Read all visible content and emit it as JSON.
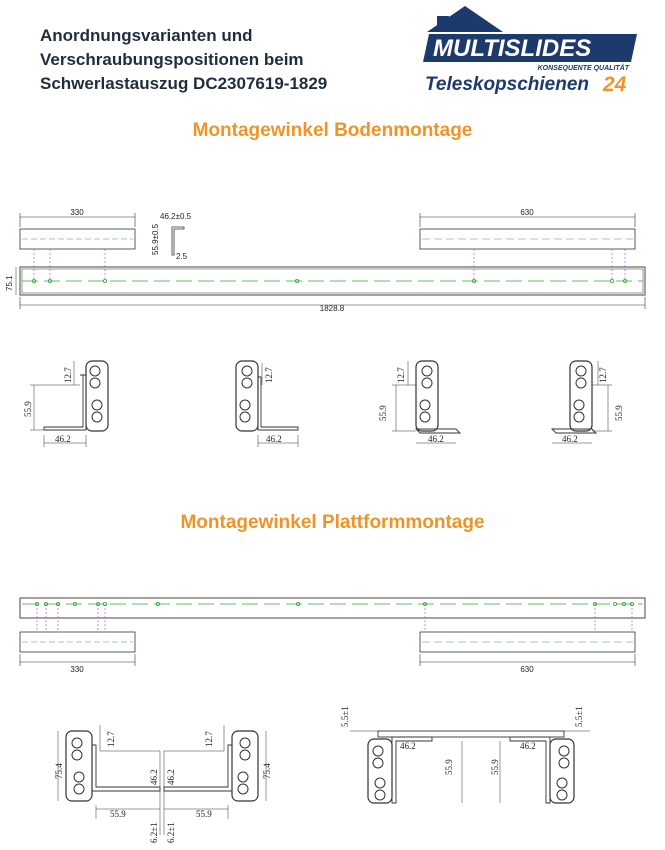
{
  "header": {
    "title_lines": [
      "Anordnungsvarianten und",
      "Verschraubungspositionen beim",
      "Schwerlastauszug DC2307619-1829"
    ],
    "logo": {
      "brand": "MULTISLIDES",
      "tagline": "KONSEQUENTE QUALITÄT",
      "subtitle": "Teleskopschienen",
      "number": "24",
      "brand_color": "#1c3a6b",
      "accent_color": "#f0942a"
    }
  },
  "section1": {
    "title": "Montagewinkel Bodenmontage",
    "dims": {
      "left_bracket": "330",
      "right_bracket": "630",
      "angle_width": "46.2±0.5",
      "angle_height": "55.9±0.5",
      "angle_thickness": "2.5",
      "rail_height": "75.1",
      "rail_length": "1828.8"
    },
    "profiles": [
      {
        "top": "12.7",
        "side": "55.9",
        "bottom": "46.2"
      },
      {
        "top": "12.7",
        "bottom": "46.2"
      },
      {
        "top": "12.7",
        "side": "55.9",
        "bottom": "46.2"
      },
      {
        "top": "12.7",
        "side": "55.9",
        "bottom": "46.2"
      }
    ]
  },
  "section2": {
    "title": "Montagewinkel Plattformmontage",
    "dims": {
      "left_bracket": "330",
      "right_bracket": "630"
    },
    "profile_left": {
      "top_left": "12.7",
      "top_right": "12.7",
      "side_left": "75.4",
      "side_right": "75.4",
      "mid_left": "46.2",
      "mid_right": "46.2",
      "bottom_left": "55.9",
      "bottom_right": "55.9",
      "gap_left": "6.2±1",
      "gap_right": "6.2±1"
    },
    "profile_right": {
      "top_left": "5.5±1",
      "top_right": "5.5±1",
      "width_left": "46.2",
      "width_right": "46.2",
      "height_left": "55.9",
      "height_right": "55.9"
    }
  },
  "colors": {
    "line": "#333333",
    "centerline": "#2faa2f",
    "hole_marker": "#c03cc0",
    "section_title": "#f0942a"
  }
}
